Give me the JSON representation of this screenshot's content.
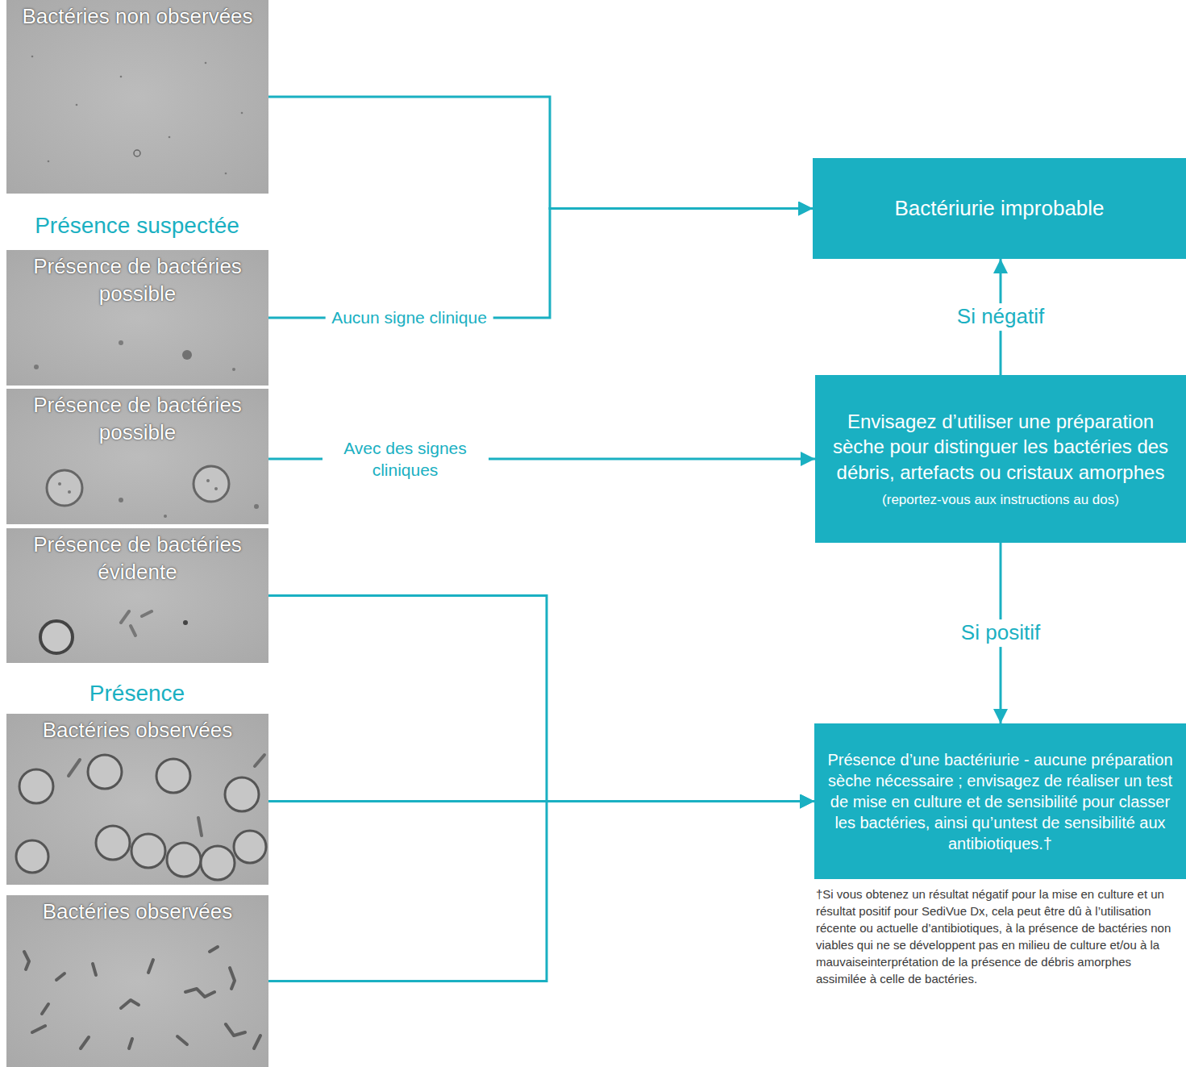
{
  "diagram": {
    "nodes": [
      {
        "text": [
          "Bactéries non observées"
        ]
      },
      {
        "text": [
          "Présence de bactéries possible"
        ]
      },
      {
        "text": [
          "Présence de bactéries possible"
        ]
      },
      {
        "text": [
          "Présence de bactéries évidente"
        ]
      },
      {
        "text": [
          "Bactéries observées"
        ]
      },
      {
        "text": [
          "Bactéries observées"
        ]
      },
      {
        "text": [
          "Bactériurie improbable"
        ]
      },
      {
        "text": [
          "Envisagez d’utiliser une préparation sèche pour distinguer les bactéries des débris, artefacts ou cristaux amorphes",
          "(reportez-vous aux instructions au dos)"
        ]
      },
      {
        "text": [
          "Présence d’une bactériurie - aucune préparation sèche nécessaire ; envisagez de réaliser un test de mise en culture et de sensibilité pour classer les bactéries, ainsi qu’untest de sensibilité aux antibiotiques.†"
        ]
      }
    ],
    "edges": [
      {
        "from": 0,
        "to": 6,
        "arrow": "to"
      },
      {
        "from": 1,
        "to": 6,
        "label": "Aucun signe clinique",
        "arrow": "to"
      },
      {
        "from": 2,
        "to": 7,
        "label": "Avec des signes cliniques",
        "arrow": "to"
      },
      {
        "from": 7,
        "to": 6,
        "label": "Si négatif",
        "arrow": "to"
      },
      {
        "from": 7,
        "to": 8,
        "label": "Si positif",
        "arrow": "to"
      },
      {
        "from": 3,
        "to": 8,
        "arrow": "to"
      },
      {
        "from": 4,
        "to": 8,
        "arrow": "to"
      },
      {
        "from": 5,
        "to": 8,
        "arrow": "to"
      }
    ],
    "labels": [
      "Présence suspectée",
      "Présence",
      "†Si vous obtenez un résultat négatif pour la mise en culture et un résultat positif pour SediVue Dx, cela peut être dû à l’utilisation récente ou actuelle d’antibiotiques, à la présence de bactéries non viables qui ne se développent pas en milieu de culture et/ou à la mauvaiseinterprétation de la présence de débris amorphes assimilée à celle de bactéries."
    ]
  }
}
